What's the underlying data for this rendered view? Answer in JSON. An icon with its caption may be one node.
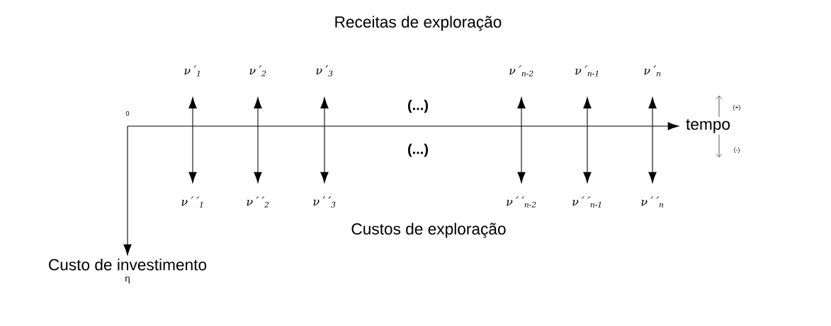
{
  "diagram": {
    "nodes": [
      {
        "text": [
          "ν´$_{1}$"
        ]
      },
      {
        "text": [
          "ν´$_{2}$"
        ]
      },
      {
        "text": [
          "ν´$_{3}$"
        ]
      },
      {
        "text": [
          "ν´$_{n-2}$"
        ]
      },
      {
        "text": [
          "ν´$_{n-1}$"
        ]
      },
      {
        "text": [
          "ν´$_{n}$"
        ]
      },
      {
        "text": [
          "ν´´$_{1}$"
        ]
      },
      {
        "text": [
          "ν´´$_{2}$"
        ]
      },
      {
        "text": [
          "ν´´$_{3}$"
        ]
      },
      {
        "text": [
          "ν´´$_{n-2}$"
        ]
      },
      {
        "text": [
          "ν´´$_{n-1}$"
        ]
      },
      {
        "text": [
          "ν´´$_{n}$"
        ]
      },
      {
        "text": [
          "tempo"
        ]
      },
      {
        "text": [
          "Custo de investimento",
          "η"
        ]
      }
    ],
    "edges": [
      {
        "from": 0,
        "to": 6,
        "arrow": "both"
      },
      {
        "from": 1,
        "to": 7,
        "arrow": "both"
      },
      {
        "from": 2,
        "to": 8,
        "arrow": "both"
      },
      {
        "from": 3,
        "to": 9,
        "arrow": "both"
      },
      {
        "from": 4,
        "to": 10,
        "arrow": "both"
      },
      {
        "from": 5,
        "to": 11,
        "arrow": "both"
      },
      {
        "from": null,
        "to": 12,
        "arrow": "to"
      },
      {
        "from": null,
        "to": 13,
        "arrow": "to"
      }
    ],
    "labels": [
      "Receitas de exploração",
      "0",
      "(...)",
      "(+)",
      "(...)",
      "(-)",
      "Custos de exploração"
    ]
  }
}
